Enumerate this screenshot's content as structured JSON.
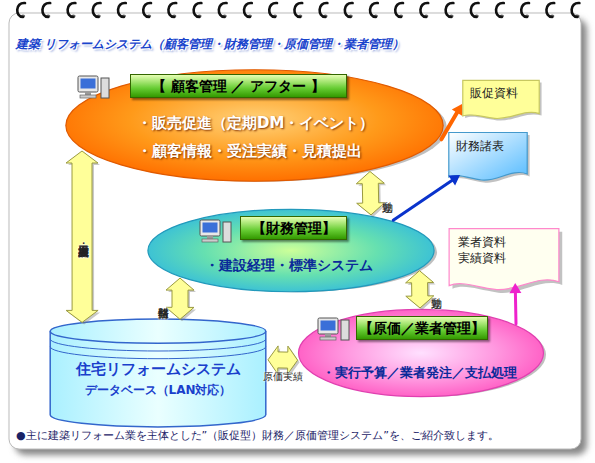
{
  "diagram": {
    "title": "建築 リフォームシステム（顧客管理・財務管理・原価管理・業者管理）",
    "caption": "●主に建築リフォーム業を主体とした”（販促型）財務／原価管理システム”を、ご紹介致します。",
    "nodes": [
      {
        "text": [
          "【 顧客管理 ／ アフター 】",
          "・販売促進（定期DM・イベント）",
          "・顧客情報・受注実績・見積提出"
        ]
      },
      {
        "text": [
          "販促資料"
        ]
      },
      {
        "text": [
          "財務諸表"
        ]
      },
      {
        "text": [
          "【財務管理】",
          "・建設経理・標準システム"
        ]
      },
      {
        "text": [
          "業者資料 実績資料"
        ]
      },
      {
        "text": [
          "【原価／業者管理】",
          "・実行予算／業者発注／支払処理"
        ]
      },
      {
        "text": [
          "住宅リフォームシステム",
          "データベース（LAN対応）"
        ]
      }
    ],
    "edges": [
      {
        "from": 0,
        "to": 1,
        "arrow": "to"
      },
      {
        "from": 0,
        "to": 3,
        "label": "連動",
        "arrow": "both"
      },
      {
        "from": 3,
        "to": 2,
        "arrow": "to"
      },
      {
        "from": 3,
        "to": 5,
        "label": "連動",
        "arrow": "both"
      },
      {
        "from": 5,
        "to": 4,
        "arrow": "to"
      },
      {
        "from": 0,
        "to": 6,
        "label": "過去履歴・施工実績",
        "arrow": "both"
      },
      {
        "from": 3,
        "to": 6,
        "label": "財務情報",
        "arrow": "both"
      },
      {
        "from": 6,
        "to": 5,
        "label": "原価実績",
        "arrow": "both"
      }
    ]
  }
}
